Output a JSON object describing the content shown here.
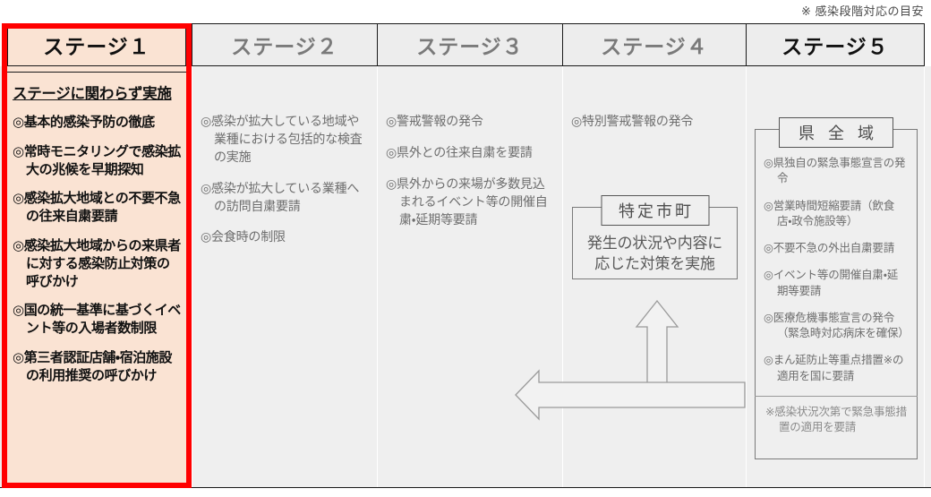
{
  "top_note": "※ 感染段階対応の目安",
  "stages": [
    {
      "label": "ステージ１",
      "active": true
    },
    {
      "label": "ステージ２",
      "active": false
    },
    {
      "label": "ステージ３",
      "active": false
    },
    {
      "label": "ステージ４",
      "active": false
    },
    {
      "label": "ステージ５",
      "active": false
    }
  ],
  "stage1": {
    "title": "ステージに関わらず実施",
    "items": [
      "◎基本的感染予防の徹底",
      "◎常時モニタリングで感染拡大の兆候を早期探知",
      "◎感染拡大地域との不要不急の往来自粛要請",
      "◎感染拡大地域からの来県者に対する感染防止対策の呼びかけ",
      "◎国の統一基準に基づくイベント等の入場者数制限",
      "◎第三者認証店舗・宿泊施設の利用推奨の呼びかけ"
    ]
  },
  "stage2": {
    "items": [
      "◎感染が拡大している地域や業種における包括的な検査の実施",
      "◎感染が拡大している業種への訪問自粛要請",
      "◎会食時の制限"
    ]
  },
  "stage3": {
    "items": [
      "◎警戒警報の発令",
      "◎県外との往来自粛を要請",
      "◎県外からの来場が多数見込まれるイベント等の開催自粛・延期等要請"
    ]
  },
  "stage4": {
    "items": [
      "◎特別警戒警報の発令"
    ],
    "box": {
      "tag": "特定市町",
      "text": "発生の状況や内容に応じた対策を実施"
    }
  },
  "stage5": {
    "box": {
      "tag": "県 全 域",
      "items": [
        "◎県独自の緊急事態宣言の発令",
        "◎営業時間短縮要請（飲食店・政令施設等）",
        "◎不要不急の外出自粛要請",
        "◎イベント等の開催自粛・延期等要請",
        "◎医療危機事態宣言の発令（緊急時対応病床を確保）",
        "◎まん延防止等重点措置※の適用を国に要請"
      ],
      "footnote": "※感染状況次第で緊急事態措置の適用を要請"
    }
  },
  "arrows": {
    "up_arrow_name": "escalation-up-arrow",
    "left_arrow_name": "de-escalation-left-arrow"
  },
  "colors": {
    "highlight_border": "#ff0000",
    "stage1_bg": "#fae3d3",
    "body_bg": "#efefef",
    "header_bg": "#ededed",
    "muted_text": "#6e6e6e"
  }
}
